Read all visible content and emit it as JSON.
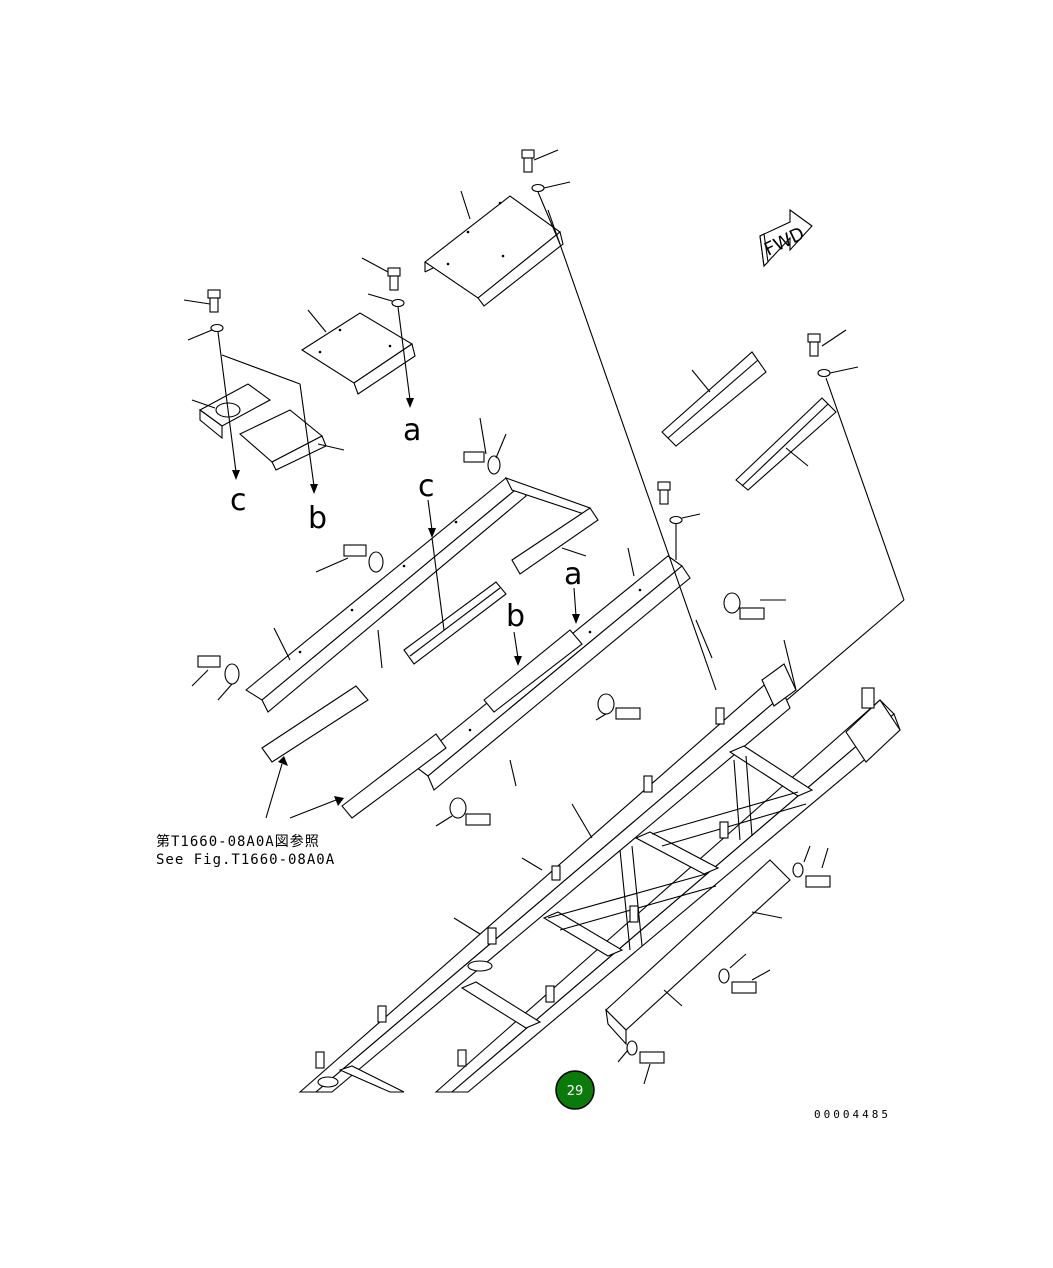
{
  "direction_marker": {
    "label": "FWD"
  },
  "connector_letters": {
    "a": "a",
    "b": "b",
    "c": "c"
  },
  "reference_note": {
    "line_jp": "第T1660-08A0A図参照",
    "line_en": "See Fig.T1660-08A0A"
  },
  "page_badge": {
    "number": "29",
    "color": "#0a7a0a"
  },
  "drawing_code": "00004485"
}
